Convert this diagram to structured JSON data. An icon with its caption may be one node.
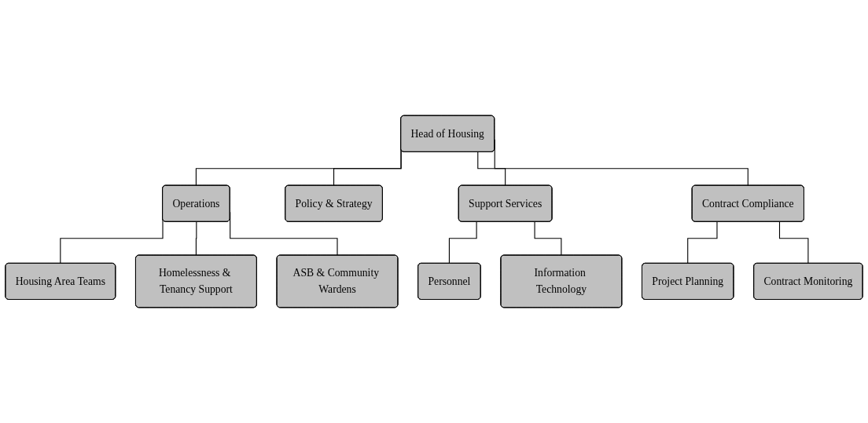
{
  "diagram": {
    "nodes": [
      {
        "text": [
          "Head of Housing"
        ]
      },
      {
        "text": [
          "Operations"
        ]
      },
      {
        "text": [
          "Policy & Strategy"
        ]
      },
      {
        "text": [
          "Support Services"
        ]
      },
      {
        "text": [
          "Contract Compliance"
        ]
      },
      {
        "text": [
          "Housing Area Teams"
        ]
      },
      {
        "text": [
          "Homelessness & Tenancy Support"
        ]
      },
      {
        "text": [
          "ASB & Community Wardens"
        ]
      },
      {
        "text": [
          "Project Planning"
        ]
      },
      {
        "text": [
          "Contract Monitoring"
        ]
      },
      {
        "text": [
          "Personnel"
        ]
      },
      {
        "text": [
          "Information Technology"
        ]
      }
    ],
    "edges": [
      {
        "from": 0,
        "to": 1,
        "arrow": "none"
      },
      {
        "from": 0,
        "to": 2,
        "arrow": "none"
      },
      {
        "from": 0,
        "to": 3,
        "arrow": "none"
      },
      {
        "from": 0,
        "to": 4,
        "arrow": "none"
      },
      {
        "from": 1,
        "to": 5,
        "arrow": "none"
      },
      {
        "from": 1,
        "to": 6,
        "arrow": "none"
      },
      {
        "from": 1,
        "to": 7,
        "arrow": "none"
      },
      {
        "from": 4,
        "to": 8,
        "arrow": "none"
      },
      {
        "from": 4,
        "to": 9,
        "arrow": "none"
      },
      {
        "from": 3,
        "to": 10,
        "arrow": "none"
      },
      {
        "from": 3,
        "to": 11,
        "arrow": "none"
      }
    ]
  }
}
